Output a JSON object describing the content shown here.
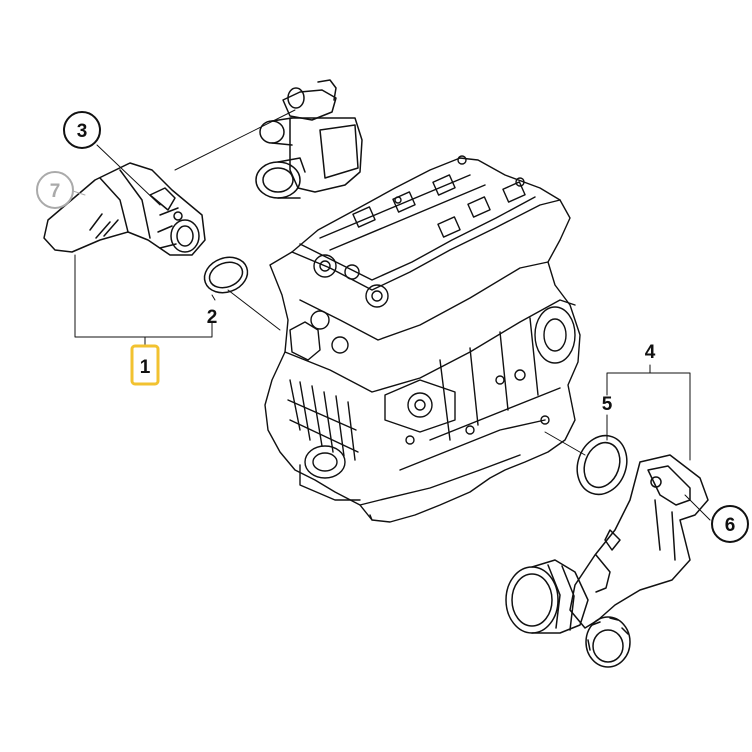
{
  "diagram": {
    "callouts": [
      {
        "id": "1",
        "label": "1",
        "style": "highlighted",
        "highlight_color": "#f2c230"
      },
      {
        "id": "2",
        "label": "2",
        "style": "plain"
      },
      {
        "id": "3",
        "label": "3",
        "style": "circle"
      },
      {
        "id": "4",
        "label": "4",
        "style": "plain"
      },
      {
        "id": "5",
        "label": "5",
        "style": "plain"
      },
      {
        "id": "6",
        "label": "6",
        "style": "circle"
      },
      {
        "id": "7",
        "label": "7",
        "style": "circle-faded"
      }
    ],
    "colors": {
      "line": "#111111",
      "faded": "#aaaaaa",
      "highlight": "#f2c230"
    },
    "parts": [
      {
        "name": "engine-block"
      },
      {
        "name": "coolant-hose-left"
      },
      {
        "name": "thermostat-housing-top"
      },
      {
        "name": "gasket-left"
      },
      {
        "name": "gasket-right"
      },
      {
        "name": "coolant-pipe-right"
      }
    ]
  }
}
